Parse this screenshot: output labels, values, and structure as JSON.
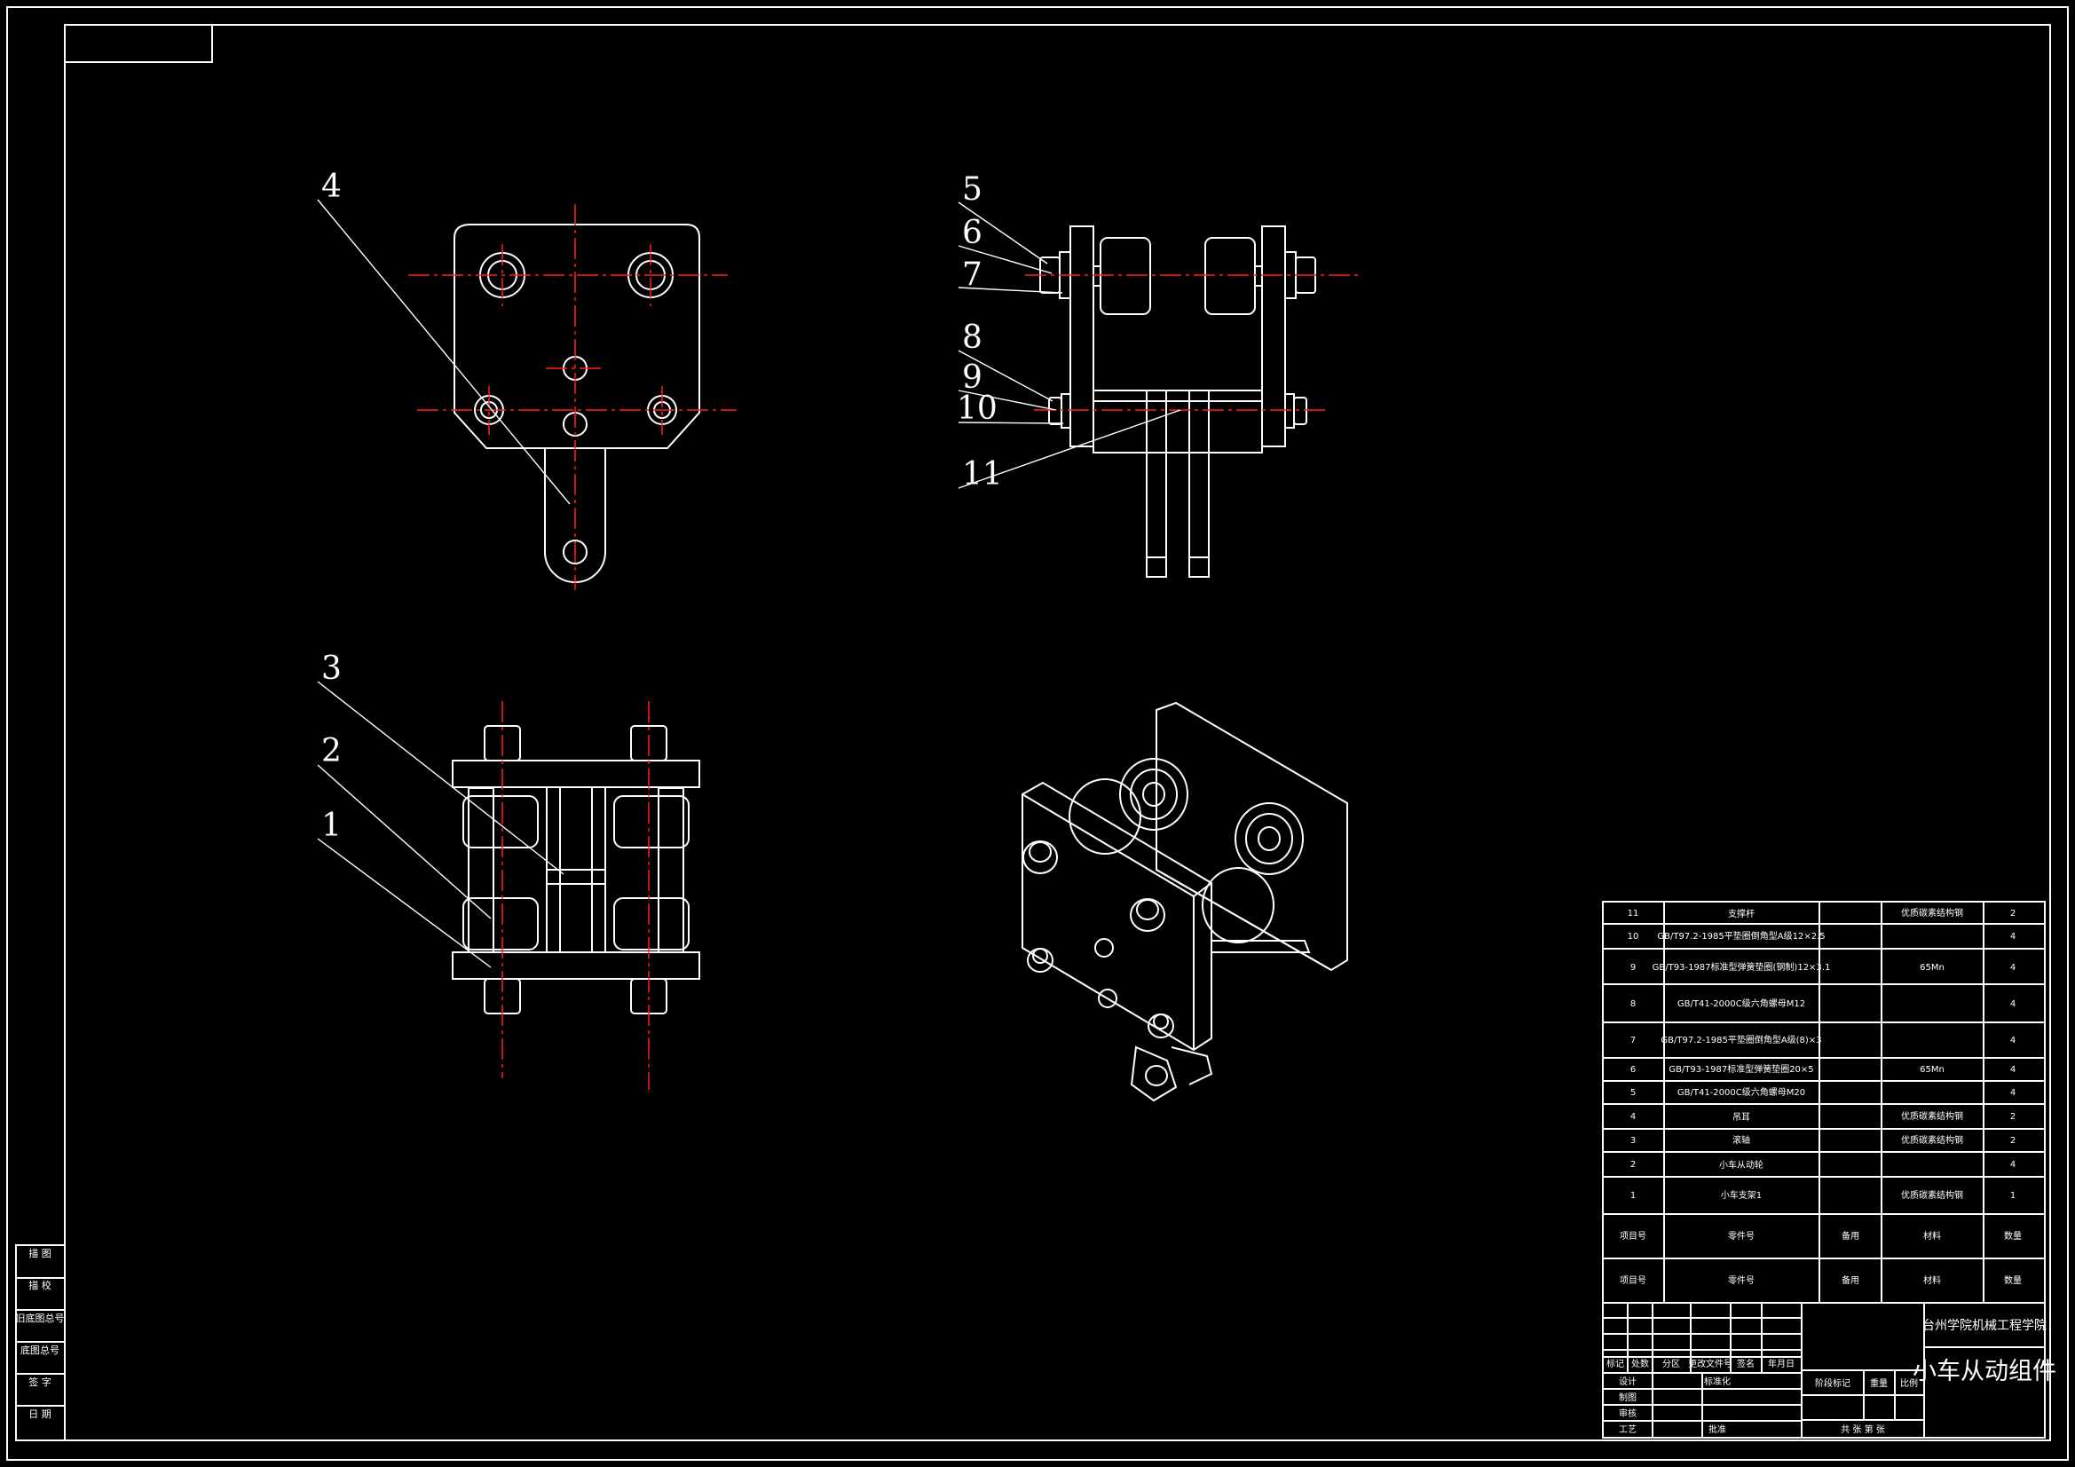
{
  "colors": {
    "background": "#000000",
    "lines": "#ffffff",
    "center_lines": "#ff2020"
  },
  "callouts": [
    "1",
    "2",
    "3",
    "4",
    "5",
    "6",
    "7",
    "8",
    "9",
    "10",
    "11"
  ],
  "side_stamp": [
    "描 图",
    "描 校",
    "旧底图总号",
    "底图总号",
    "签 字",
    "日 期"
  ],
  "bom": {
    "rows": [
      {
        "no": "11",
        "name": "支撑杆",
        "material": "优质碳素结构钢",
        "qty": "2"
      },
      {
        "no": "10",
        "name": "GB/T97.2-1985平垫圈倒角型A级12×2.5",
        "material": "",
        "qty": "4"
      },
      {
        "no": "9",
        "name": "GB/T93-1987标准型弹簧垫圈(钢制)12×3.1",
        "material": "65Mn",
        "qty": "4"
      },
      {
        "no": "8",
        "name": "GB/T41-2000C级六角螺母M12",
        "material": "",
        "qty": "4"
      },
      {
        "no": "7",
        "name": "GB/T97.2-1985平垫圈倒角型A级(8)×3",
        "material": "",
        "qty": "4"
      },
      {
        "no": "6",
        "name": "GB/T93-1987标准型弹簧垫圈20×5",
        "material": "65Mn",
        "qty": "4"
      },
      {
        "no": "5",
        "name": "GB/T41-2000C级六角螺母M20",
        "material": "",
        "qty": "4"
      },
      {
        "no": "4",
        "name": "吊耳",
        "material": "优质碳素结构钢",
        "qty": "2"
      },
      {
        "no": "3",
        "name": "滚轴",
        "material": "优质碳素结构钢",
        "qty": "2"
      },
      {
        "no": "2",
        "name": "小车从动轮",
        "material": "",
        "qty": "4"
      },
      {
        "no": "1",
        "name": "小车支架1",
        "material": "优质碳素结构钢",
        "qty": "1"
      }
    ],
    "header": {
      "no": "项目号",
      "name": "零件号",
      "note": "备用",
      "material": "材料",
      "qty": "数量"
    }
  },
  "title_block": {
    "school": "台州学院机械工程学院",
    "title": "小车从动组件",
    "revision_labels": [
      "标记",
      "处数",
      "分区",
      "更改文件号",
      "签名",
      "年月日"
    ],
    "roles": [
      "设计",
      "制图",
      "审核",
      "工艺"
    ],
    "role_extra": [
      "标准化",
      "批准"
    ],
    "stage_labels": [
      "阶段标记",
      "重量",
      "比例"
    ],
    "sheet_label": "共 张 第 张"
  }
}
